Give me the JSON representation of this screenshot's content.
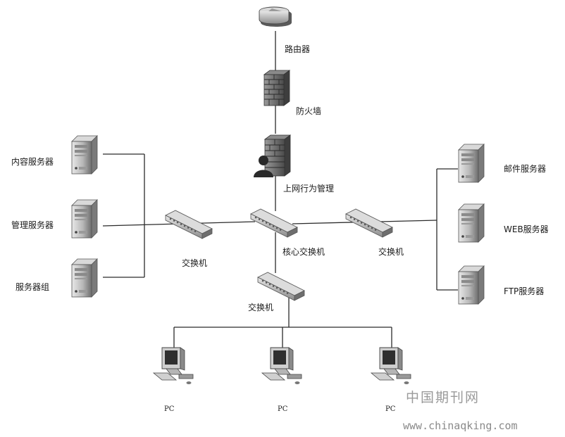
{
  "nodes": {
    "router": "路由器",
    "firewall": "防火墙",
    "behavior_mgmt": "上网行为管理",
    "core_switch": "核心交换机",
    "left_switch": "交换机",
    "right_switch": "交换机",
    "bottom_switch": "交换机",
    "content_server": "内容服务器",
    "mgmt_server": "管理服务器",
    "server_group": "服务器组",
    "mail_server": "邮件服务器",
    "web_server": "WEB服务器",
    "ftp_server": "FTP服务器",
    "pcs": [
      "PC",
      "PC",
      "PC"
    ]
  },
  "watermark": {
    "chinese": "中国期刊网",
    "url": "www.chinaqking.com"
  },
  "icons": {
    "router": "router-icon",
    "firewall": "firewall-icon",
    "behavior": "user-firewall-icon",
    "switch": "switch-icon",
    "server": "server-tower-icon",
    "pc": "desktop-pc-icon"
  }
}
